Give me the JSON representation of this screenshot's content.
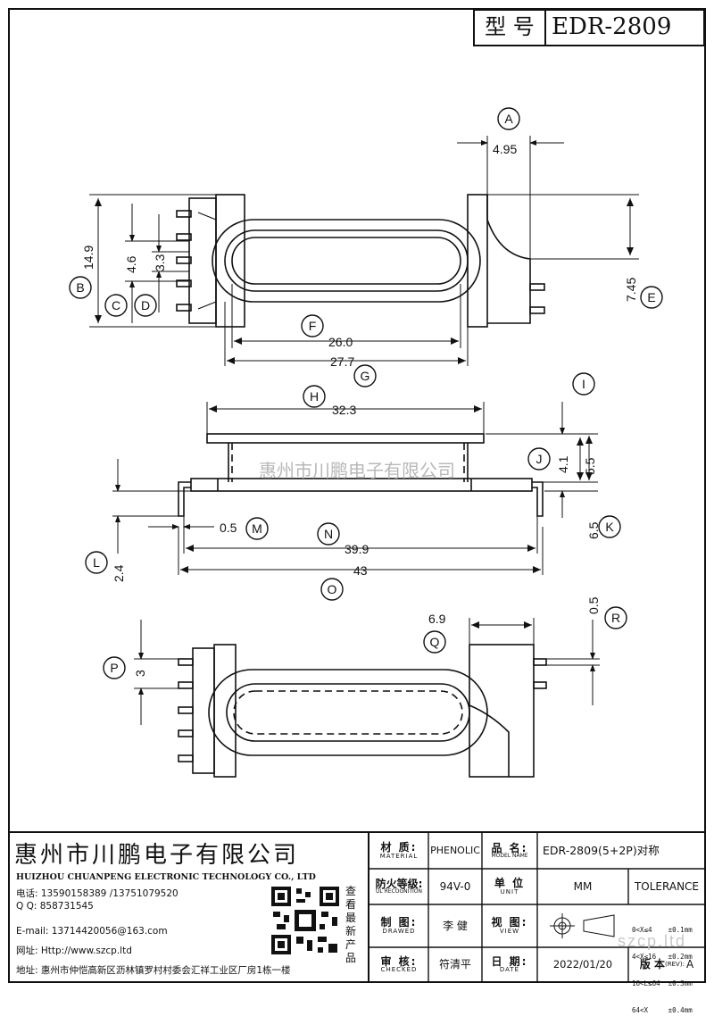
{
  "header": {
    "model_label": "型 号",
    "model_value": "EDR-2809"
  },
  "dims": {
    "A": {
      "letter": "A",
      "value": "4.95"
    },
    "B": {
      "letter": "B",
      "value": "14.9"
    },
    "C": {
      "letter": "C",
      "value": "4.6"
    },
    "D": {
      "letter": "D",
      "value": "3.3"
    },
    "E": {
      "letter": "E",
      "value": "7.45"
    },
    "F": {
      "letter": "F",
      "value": "26.0"
    },
    "G": {
      "letter": "G",
      "value": "27.7"
    },
    "H": {
      "letter": "H",
      "value": "32.3"
    },
    "I": {
      "letter": "I",
      "value": "5.5"
    },
    "J": {
      "letter": "J",
      "value": "4.1"
    },
    "K": {
      "letter": "K",
      "value": "6.5"
    },
    "L": {
      "letter": "L",
      "value": "2.4"
    },
    "M": {
      "letter": "M",
      "value": "0.5"
    },
    "N": {
      "letter": "N",
      "value": "39.9"
    },
    "O": {
      "letter": "O",
      "value": "43"
    },
    "P": {
      "letter": "P",
      "value": "3"
    },
    "Q": {
      "letter": "Q",
      "value": "6.9"
    },
    "R": {
      "letter": "R",
      "value": "0.5"
    }
  },
  "watermark": "惠州市川鹏电子有限公司",
  "company": {
    "name_cn": "惠州市川鹏电子有限公司",
    "name_en": "HUIZHOU CHUANPENG ELECTRONIC TECHNOLOGY CO., LTD",
    "phone": "电话: 13590158389 /13751079520",
    "qq": "Q Q:  858731545",
    "email": "E-mail: 13714420056@163.com",
    "website": "网址: Http://www.szcp.ltd",
    "address": "地址: 惠州市仲恺高新区沥林镇罗村村委会汇祥工业区厂房1栋一楼",
    "qr_caption": "查看最新产品"
  },
  "table": {
    "material_label": "材 质:",
    "material_label_en": "MATERIAL",
    "material_value": "PHENOLIC",
    "name_label": "品 名:",
    "name_label_en": "MODEL NAME",
    "name_value": "EDR-2809(5+2P)对称",
    "fire_label": "防火等级:",
    "fire_label_en": "UL RECOGNITION",
    "fire_value": "94V-0",
    "unit_label": "单 位",
    "unit_label_en": "UNIT",
    "unit_value": "MM",
    "tolerance_label": "TOLERANCE",
    "drawn_label": "制 图:",
    "drawn_label_en": "DRAWED",
    "drawn_value": "李 健",
    "view_label": "视 图:",
    "view_label_en": "VIEW",
    "check_label": "审 核:",
    "check_label_en": "CHECKED",
    "check_value": "符清平",
    "date_label": "日 期:",
    "date_label_en": "DATE",
    "date_value": "2022/01/20",
    "rev_label": "版 本",
    "rev_label_small": "(REV):",
    "rev_value": "A",
    "tol_rows": [
      "0<X≤4    ±0.1mm",
      "4<X≤16   ±0.2mm",
      "16<L≤64  ±0.3mm",
      "64<X     ±0.4mm"
    ]
  },
  "colors": {
    "line": "#111111",
    "watermark": "#b8b8b8",
    "site_mark": "#c8c8c8"
  },
  "site_mark": "szcp.ltd"
}
